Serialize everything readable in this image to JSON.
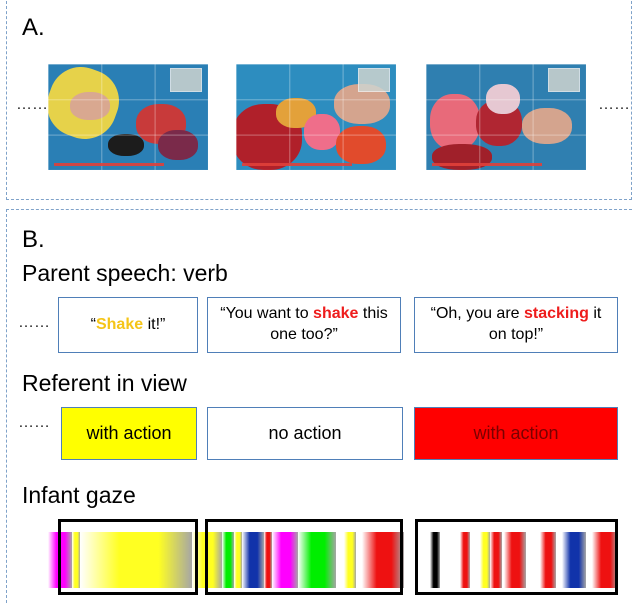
{
  "panel_a": {
    "label": "A.",
    "ellipsis_left": "……",
    "ellipsis_right": "……"
  },
  "panel_b": {
    "label": "B.",
    "ellipsis_speech": "……",
    "ellipsis_referent": "……",
    "speech_heading": "Parent speech: verb",
    "utterances": [
      {
        "before": "“",
        "verb": "Shake",
        "after": " it!”",
        "verb_color": "yellow"
      },
      {
        "before": "“You want to ",
        "verb": "shake",
        "after": " this one too?”",
        "verb_color": "red"
      },
      {
        "before": "“Oh, you are ",
        "verb": "stacking",
        "after": " it on top!”",
        "verb_color": "red"
      }
    ],
    "referent_heading": "Referent in view",
    "referents": [
      {
        "label": "with action",
        "color": "#ffff00"
      },
      {
        "label": "no action",
        "color": "#ffffff"
      },
      {
        "label": "with action",
        "color": "#ff0000"
      }
    ],
    "gaze_heading": "Infant gaze",
    "gaze_colors": {
      "magenta": "#ff00ff",
      "yellow": "#ffff22",
      "green": "#00ee00",
      "blue": "#1133aa",
      "red": "#ee1111",
      "black": "#000000",
      "white": "#ffffff"
    }
  }
}
